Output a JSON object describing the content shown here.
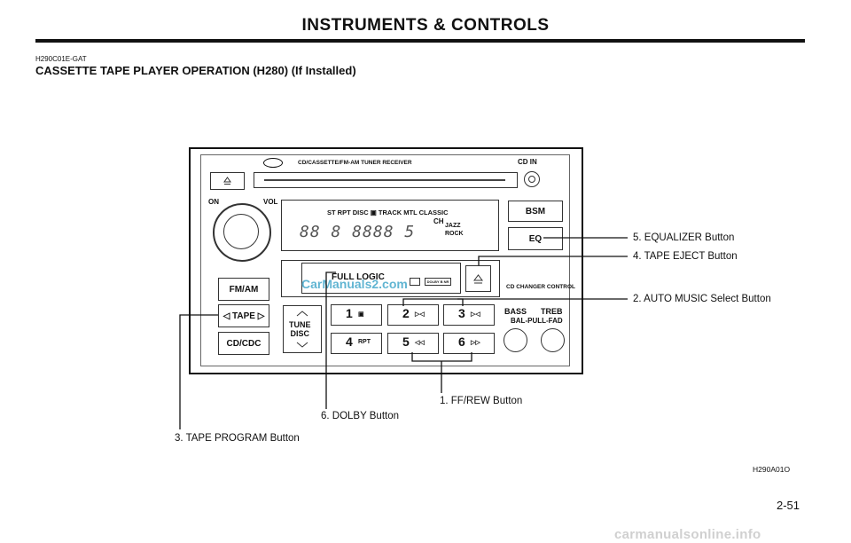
{
  "header": {
    "title": "INSTRUMENTS & CONTROLS"
  },
  "section": {
    "code": "H290C01E-GAT",
    "title": "CASSETTE TAPE PLAYER OPERATION (H280) (If Installed)"
  },
  "radio": {
    "unit_label": "CD/CASSETTE/FM-AM TUNER RECEIVER",
    "cd_in_label": "CD IN",
    "on_label": "ON",
    "vol_label": "VOL",
    "display_top": "ST  RPT  DISC  ▣ TRACK  MTL  CLASSIC",
    "display_segments": "88 8 8888 5",
    "display_ch": "CH",
    "display_jazz": "JAZZ",
    "display_rock": "ROCK",
    "bsm_label": "BSM",
    "eq_label": "EQ",
    "fmam_label": "FM/AM",
    "tape_label": "◁ TAPE ▷",
    "cdc_label": "CD/CDC",
    "full_logic_label": "FULL LOGIC",
    "dolby_label": "DOLBY B NR",
    "cd_changer_label": "CD CHANGER CONTROL",
    "tune_label_1": "TUNE",
    "tune_label_2": "DISC",
    "presets": [
      {
        "num": "1",
        "sub": "▣"
      },
      {
        "num": "2",
        "sub": "▷◁"
      },
      {
        "num": "3",
        "sub": "▷◁"
      },
      {
        "num": "4",
        "sub": "RPT"
      },
      {
        "num": "5",
        "sub": "◁◁"
      },
      {
        "num": "6",
        "sub": "▷▷"
      }
    ],
    "bass_label": "BASS",
    "treb_label": "TREB",
    "bal_label": "BAL-PULL-FAD"
  },
  "callouts": {
    "c5": "5.  EQUALIZER Button",
    "c4": "4.  TAPE EJECT Button",
    "c2": "2.  AUTO MUSIC Select Button",
    "c1": "1.  FF/REW Button",
    "c6": "6.  DOLBY Button",
    "c3": "3.  TAPE PROGRAM Button"
  },
  "figure_code": "H290A01O",
  "page_number": "2-51",
  "watermark": "carmanualsonline.info",
  "watermark_mid": "CarManuals2.com"
}
